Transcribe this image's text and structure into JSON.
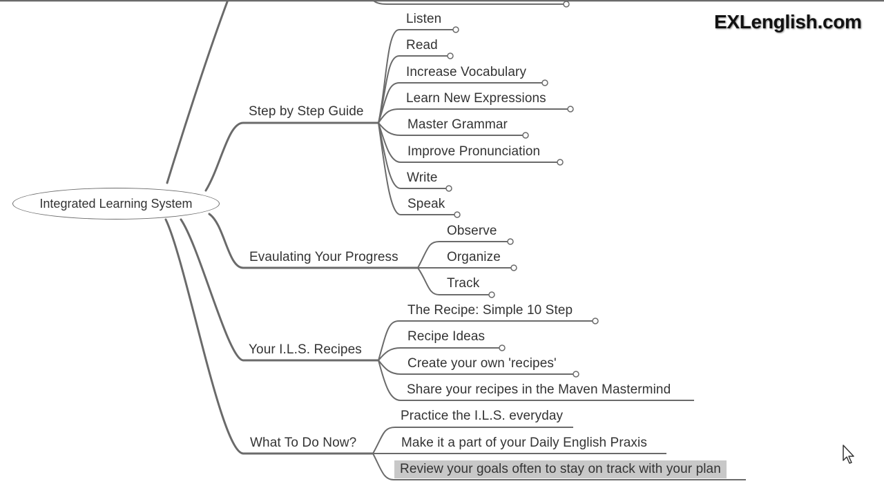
{
  "brand": {
    "text": "EXLenglish.com"
  },
  "mindmap": {
    "root": {
      "label": "Integrated Learning System"
    },
    "branches": [
      {
        "label": "Step by Step Guide",
        "children": [
          {
            "label": "Listen"
          },
          {
            "label": "Read"
          },
          {
            "label": "Increase Vocabulary"
          },
          {
            "label": "Learn New Expressions"
          },
          {
            "label": "Master Grammar"
          },
          {
            "label": "Improve Pronunciation"
          },
          {
            "label": "Write"
          },
          {
            "label": "Speak"
          }
        ]
      },
      {
        "label": "Evaulating Your Progress",
        "children": [
          {
            "label": "Observe"
          },
          {
            "label": "Organize"
          },
          {
            "label": "Track"
          }
        ]
      },
      {
        "label": "Your I.L.S. Recipes",
        "children": [
          {
            "label": "The Recipe: Simple 10 Step"
          },
          {
            "label": "Recipe Ideas"
          },
          {
            "label": "Create your own 'recipes'"
          },
          {
            "label": "Share your recipes in the Maven Mastermind"
          }
        ]
      },
      {
        "label": "What To Do Now?",
        "children": [
          {
            "label": "Practice the I.L.S. everyday"
          },
          {
            "label": "Make it a part of your Daily English Praxis"
          },
          {
            "label": "Review your goals often to stay on track with your plan",
            "selected": true
          }
        ]
      }
    ]
  },
  "colors": {
    "line": "#6a6a6a",
    "text": "#333333",
    "selection": "#c8c8c8",
    "background": "#ffffff"
  }
}
